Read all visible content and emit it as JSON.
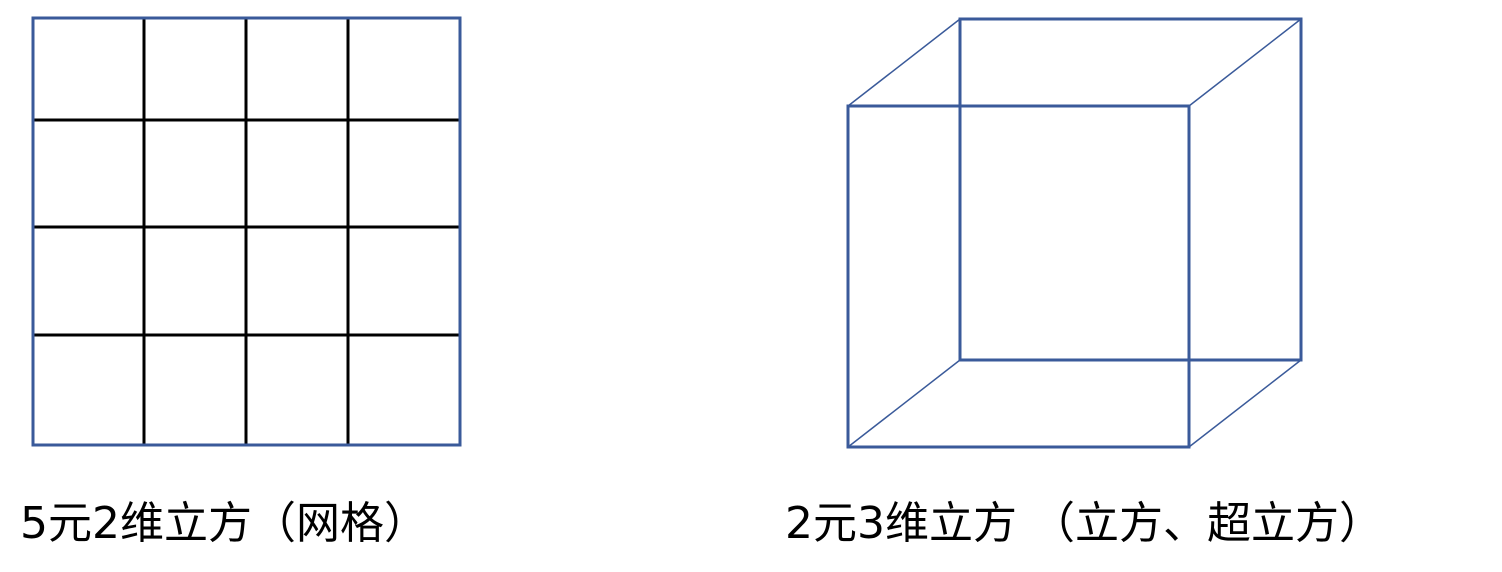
{
  "figures": [
    {
      "id": "grid",
      "caption": "5元2维立方（网格）",
      "rows": 4,
      "cols": 4
    },
    {
      "id": "cube",
      "caption": "2元3维立方 （立方、超立方）"
    }
  ],
  "colors": {
    "frame": "#3a5a9a",
    "inner_lines": "#000000",
    "background": "#ffffff",
    "text": "#000000"
  }
}
